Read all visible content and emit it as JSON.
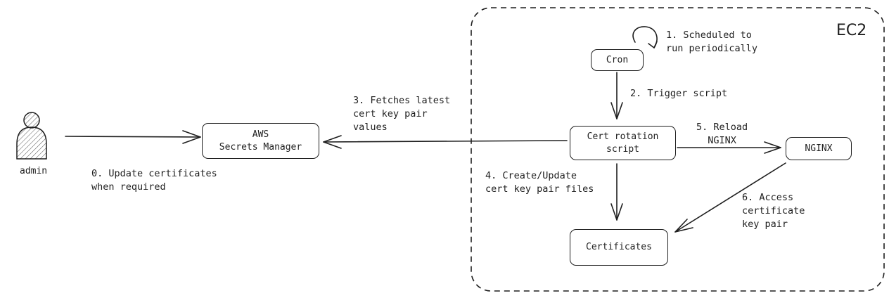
{
  "container": {
    "label": "EC2"
  },
  "actor": {
    "label": "admin"
  },
  "nodes": {
    "aws_secrets": "AWS\nSecrets Manager",
    "cron": "Cron",
    "cert_script": "Cert rotation\nscript",
    "nginx": "NGINX",
    "certificates": "Certificates"
  },
  "edges": {
    "e0": "0. Update certificates\nwhen required",
    "e1": "1. Scheduled to\nrun periodically",
    "e2": "2. Trigger script",
    "e3": "3. Fetches latest\ncert key pair\nvalues",
    "e4": "4. Create/Update\ncert key pair files",
    "e5": "5. Reload\nNGINX",
    "e6": "6. Access\ncertificate\nkey pair"
  }
}
